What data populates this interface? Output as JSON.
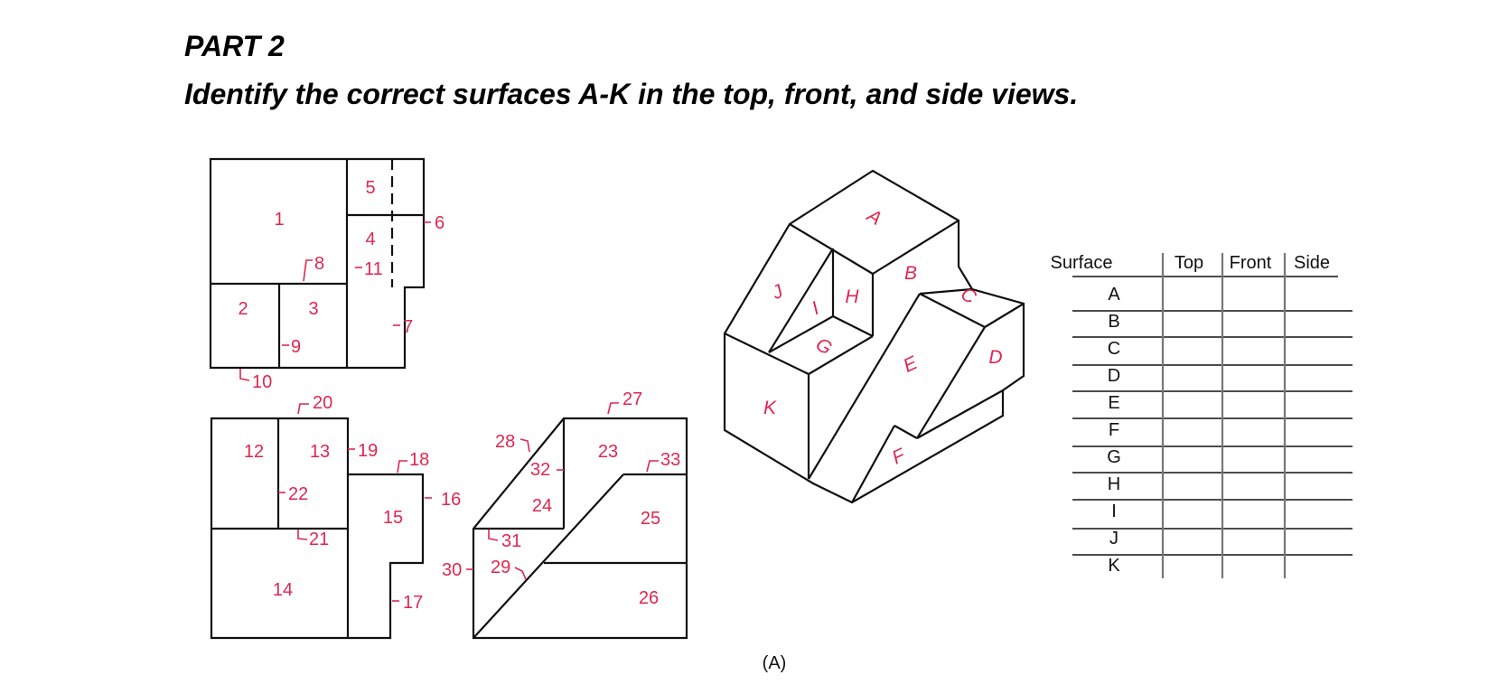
{
  "header": {
    "part": "PART 2",
    "instruction": "Identify the correct surfaces A-K in the top, front, and side views."
  },
  "top_view": {
    "labels": [
      "1",
      "2",
      "3",
      "4",
      "5",
      "6",
      "7",
      "8",
      "9",
      "10",
      "11"
    ]
  },
  "front_view": {
    "labels": [
      "12",
      "13",
      "14",
      "15",
      "16",
      "17",
      "18",
      "19",
      "20",
      "21",
      "22"
    ]
  },
  "side_view": {
    "labels": [
      "23",
      "24",
      "25",
      "26",
      "27",
      "28",
      "29",
      "30",
      "31",
      "32",
      "33"
    ]
  },
  "isometric": {
    "surfaces": [
      "A",
      "B",
      "C",
      "D",
      "E",
      "F",
      "G",
      "H",
      "I",
      "J",
      "K"
    ]
  },
  "table": {
    "headers": [
      "Surface",
      "Top",
      "Front",
      "Side"
    ],
    "rows": [
      "A",
      "B",
      "C",
      "D",
      "E",
      "F",
      "G",
      "H",
      "I",
      "J",
      "K"
    ]
  },
  "caption": "(A)",
  "colors": {
    "label": "#e0264f",
    "line": "#111111"
  }
}
